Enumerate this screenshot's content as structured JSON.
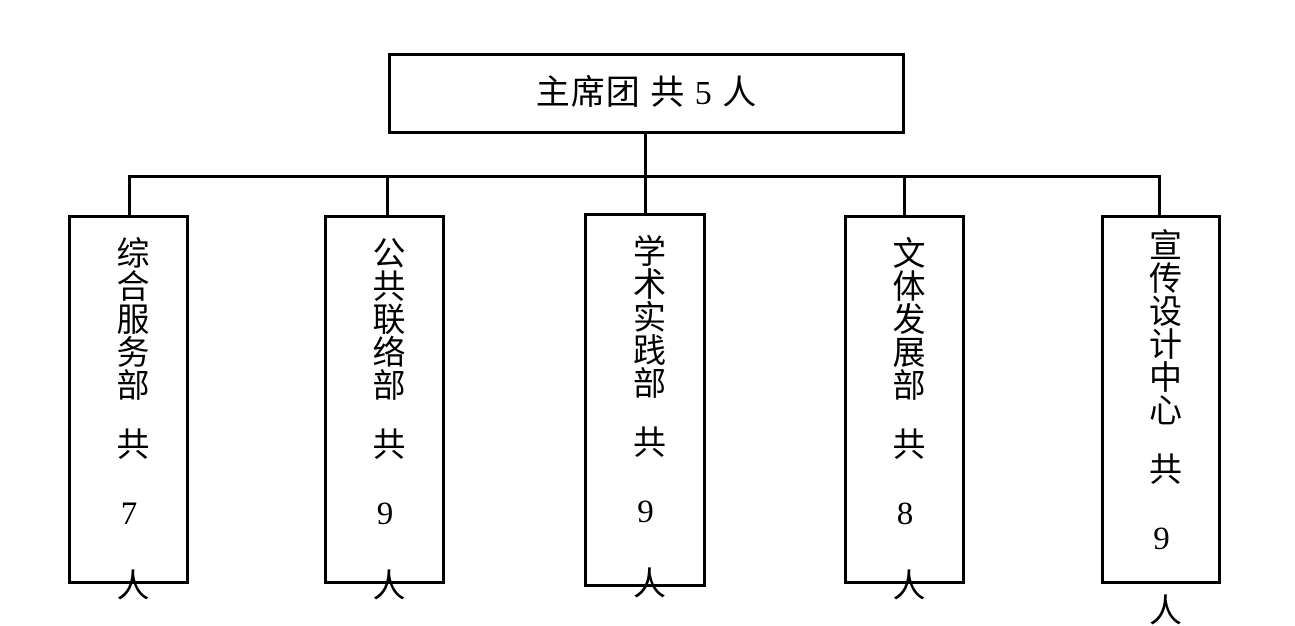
{
  "diagram": {
    "type": "organization-chart",
    "orientation": "top-down",
    "line_color": "#000000",
    "box_border_color": "#000000",
    "background_color": "#ffffff",
    "root": {
      "label": "主席团 共 5 人",
      "name": "主席团",
      "count_text": "共 5 人",
      "count": 5
    },
    "children": [
      {
        "name": "综合服务部",
        "count_text": "共 7 人",
        "count": 7
      },
      {
        "name": "公共联络部",
        "count_text": "共 9 人",
        "count": 9
      },
      {
        "name": "学术实践部",
        "count_text": "共 9 人",
        "count": 9
      },
      {
        "name": "文体发展部",
        "count_text": "共 8 人",
        "count": 8
      },
      {
        "name": "宣传设计中心",
        "count_text": "共 9 人",
        "count": 9
      }
    ]
  }
}
